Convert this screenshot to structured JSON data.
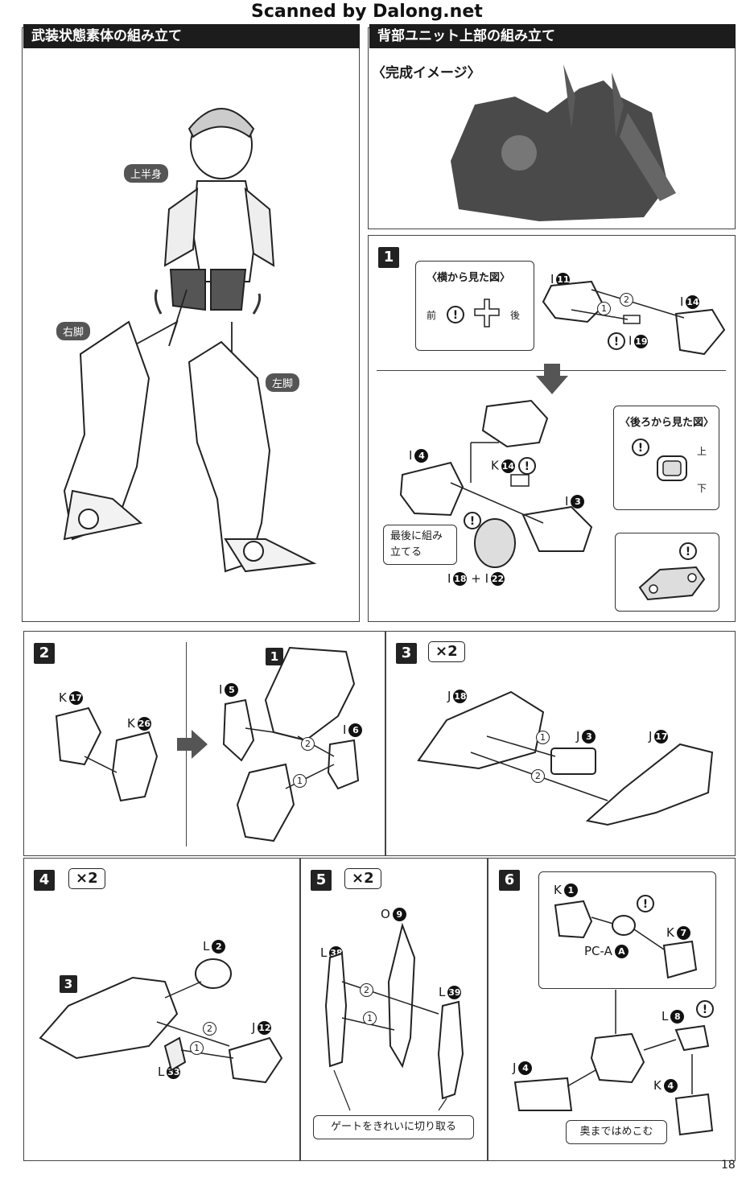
{
  "watermark": "Scanned by Dalong.net",
  "left_panel": {
    "title": "武装状態素体の組み立て",
    "tags": {
      "upper_body": "上半身",
      "right_leg": "右脚",
      "left_leg": "左脚"
    }
  },
  "right_top": {
    "title": "背部ユニット上部の組み立て",
    "image_caption": "〈完成イメージ〉"
  },
  "step1": {
    "number": "1",
    "side_view_title": "〈横から見た図〉",
    "front_label": "前",
    "back_label": "後",
    "back_view_title": "〈後ろから見た図〉",
    "up_label": "上",
    "down_label": "下",
    "note_last": "最後に組み\n立てる",
    "parts": {
      "i11": "I",
      "i11n": "11",
      "i14": "I",
      "i14n": "14",
      "i19": "I",
      "i19n": "19",
      "i4": "I",
      "i4n": "4",
      "k14": "K",
      "k14n": "14",
      "i3": "I",
      "i3n": "3",
      "i18": "I",
      "i18n": "18",
      "plus": "+",
      "i22": "I",
      "i22n": "22"
    },
    "order": [
      "1",
      "2"
    ]
  },
  "step2": {
    "number": "2",
    "sub_step": "1",
    "parts": {
      "k17": "K",
      "k17n": "17",
      "k26": "K",
      "k26n": "26",
      "i5": "I",
      "i5n": "5",
      "i6": "I",
      "i6n": "6"
    }
  },
  "step3": {
    "number": "3",
    "multiplier": "×2",
    "parts": {
      "j18": "J",
      "j18n": "18",
      "j3": "J",
      "j3n": "3",
      "j17": "J",
      "j17n": "17"
    }
  },
  "step4": {
    "number": "4",
    "multiplier": "×2",
    "sub_step": "3",
    "parts": {
      "l2": "L",
      "l2n": "2",
      "j12": "J",
      "j12n": "12",
      "l33": "L",
      "l33n": "33"
    }
  },
  "step5": {
    "number": "5",
    "multiplier": "×2",
    "note_gate": "ゲートをきれいに切り取る",
    "parts": {
      "o9": "O",
      "o9n": "9",
      "l38": "L",
      "l38n": "38",
      "l39": "L",
      "l39n": "39"
    }
  },
  "step6": {
    "number": "6",
    "note_push": "奥まではめこむ",
    "parts": {
      "k1": "K",
      "k1n": "1",
      "pca": "PC-A",
      "pcan": "A",
      "k7": "K",
      "k7n": "7",
      "l8": "L",
      "l8n": "8",
      "j4": "J",
      "j4n": "4",
      "k4": "K",
      "k4n": "4"
    }
  },
  "page_number": "18"
}
